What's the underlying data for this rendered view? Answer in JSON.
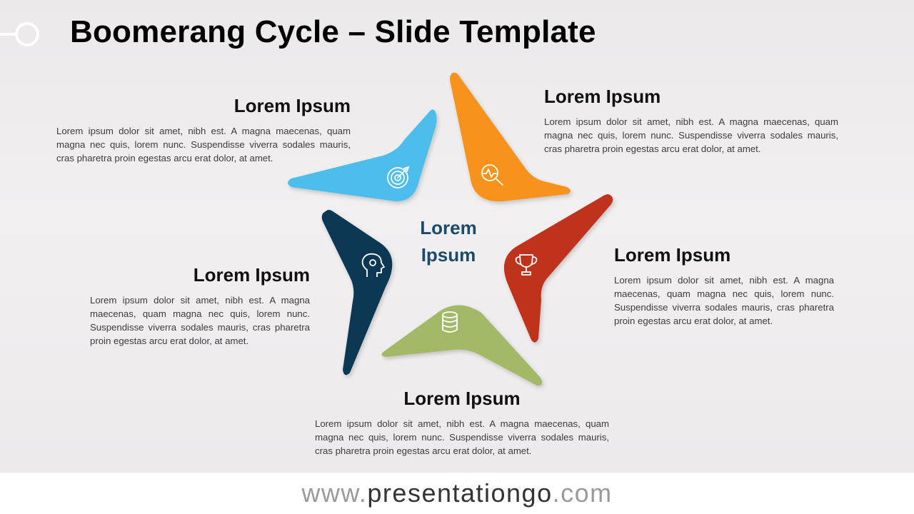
{
  "slide": {
    "title": "Boomerang Cycle – Slide Template"
  },
  "diagram": {
    "center_label_line1": "Lorem",
    "center_label_line2": "Ipsum",
    "segments": [
      {
        "id": "blue",
        "color": "#4dbdec",
        "icon": "target-icon"
      },
      {
        "id": "orange",
        "color": "#f7931e",
        "icon": "pulse-search-icon"
      },
      {
        "id": "red",
        "color": "#bf311d",
        "icon": "trophy-icon"
      },
      {
        "id": "green",
        "color": "#a3b967",
        "icon": "database-icon"
      },
      {
        "id": "navy",
        "color": "#073853",
        "icon": "head-idea-icon"
      }
    ]
  },
  "blocks": {
    "top_left": {
      "heading": "Lorem Ipsum",
      "body": "Lorem ipsum dolor sit amet, nibh est. A magna maecenas, quam magna nec quis, lorem nunc. Suspendisse viverra sodales mauris, cras pharetra proin egestas arcu erat dolor, at amet."
    },
    "top_right": {
      "heading": "Lorem Ipsum",
      "body": "Lorem ipsum dolor sit amet, nibh est. A magna maecenas, quam magna nec quis, lorem nunc. Suspendisse viverra sodales mauris, cras pharetra proin egestas arcu erat dolor, at amet."
    },
    "mid_right": {
      "heading": "Lorem Ipsum",
      "body": "Lorem ipsum dolor sit amet, nibh est. A magna maecenas, quam magna nec quis, lorem nunc. Suspendisse viverra sodales mauris, cras pharetra proin egestas arcu erat dolor, at amet."
    },
    "mid_left": {
      "heading": "Lorem Ipsum",
      "body": "Lorem ipsum dolor sit amet, nibh est. A magna maecenas, quam magna nec quis, lorem nunc. Suspendisse viverra sodales mauris, cras pharetra proin egestas arcu erat dolor, at amet."
    },
    "bottom": {
      "heading": "Lorem Ipsum",
      "body": "Lorem ipsum dolor sit amet, nibh est. A magna maecenas, quam magna nec quis, lorem nunc. Suspendisse viverra sodales mauris, cras pharetra proin egestas arcu erat dolor, at amet."
    }
  },
  "footer": {
    "prefix": "www.",
    "brand": "presentationgo",
    "suffix": ".com"
  }
}
